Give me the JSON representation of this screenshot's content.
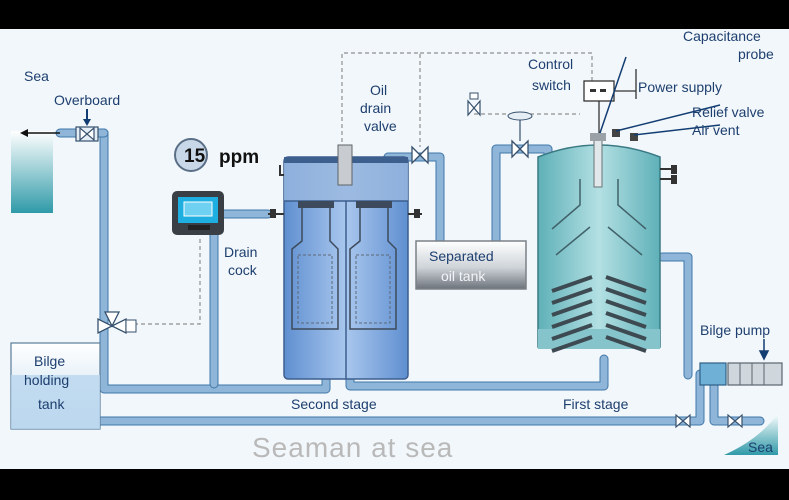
{
  "labels": {
    "sea_left": "Sea",
    "overboard": "Overboard",
    "ppm_value": "15",
    "ppm_unit": "ppm",
    "drain_cock_1": "Drain",
    "drain_cock_2": "cock",
    "oil_drain_valve_1": "Oil",
    "oil_drain_valve_2": "drain",
    "oil_drain_valve_3": "valve",
    "separated_oil_tank_1": "Separated",
    "separated_oil_tank_2": "oil tank",
    "control_switch_1": "Control",
    "control_switch_2": "switch",
    "capacitance_probe_1": "Capacitance",
    "capacitance_probe_2": "probe",
    "power_supply": "Power supply",
    "relief_valve": "Relief valve",
    "air_vent": "Air vent",
    "bilge_pump": "Bilge pump",
    "bilge_holding_tank_1": "Bilge",
    "bilge_holding_tank_2": "holding",
    "bilge_holding_tank_3": "tank",
    "second_stage": "Second stage",
    "first_stage": "First stage",
    "sea_right": "Sea"
  },
  "watermark": "Seaman at sea",
  "colors": {
    "label_text": "#1d3f6f",
    "pipe": "#8fb6d8",
    "second_stage_tank": "#5f8fd0",
    "first_stage_tank": "#5fb0b8"
  }
}
